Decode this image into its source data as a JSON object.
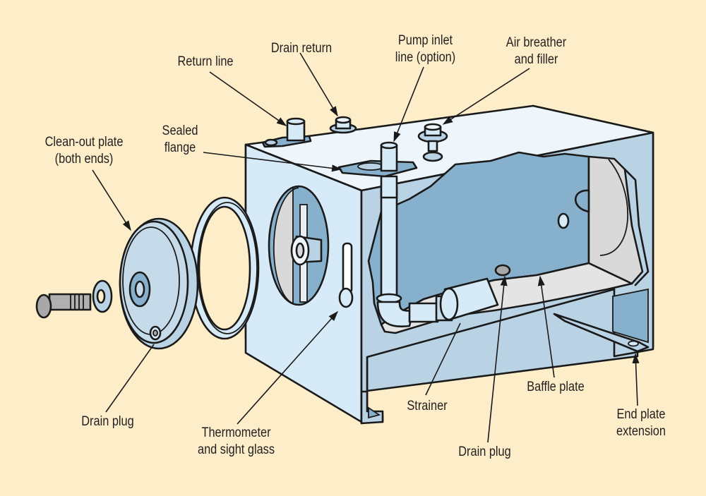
{
  "figure": {
    "subject": "Hydraulic reservoir (cutaway, exploded end plate)",
    "colors": {
      "background": "#fdedc9",
      "tank_face_light": "#d6eaf8",
      "tank_top": "#eef6fc",
      "tank_interior": "#86b0cc",
      "tank_side": "#b9d3e5",
      "baffle_gray": "#d9d9d9",
      "outline": "#1a1a1a"
    },
    "labels": {
      "return_line": {
        "lines": [
          "Return line"
        ]
      },
      "drain_return": {
        "lines": [
          "Drain return"
        ]
      },
      "pump_inlet": {
        "lines": [
          "Pump inlet",
          "line (option)"
        ]
      },
      "air_breather": {
        "lines": [
          "Air breather",
          "and filler"
        ]
      },
      "sealed_flange": {
        "lines": [
          "Sealed",
          "flange"
        ]
      },
      "clean_out_plate": {
        "lines": [
          "Clean-out plate",
          "(both ends)"
        ]
      },
      "drain_plug_left": {
        "lines": [
          "Drain plug"
        ]
      },
      "thermometer": {
        "lines": [
          "Thermometer",
          "and sight glass"
        ]
      },
      "strainer": {
        "lines": [
          "Strainer"
        ]
      },
      "drain_plug_bottom": {
        "lines": [
          "Drain plug"
        ]
      },
      "baffle_plate": {
        "lines": [
          "Baffle plate"
        ]
      },
      "end_plate_extension": {
        "lines": [
          "End plate",
          "extension"
        ]
      }
    }
  }
}
